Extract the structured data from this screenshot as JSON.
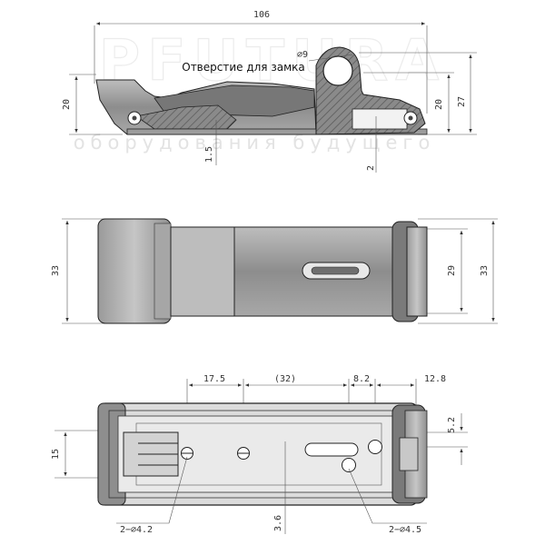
{
  "watermark": {
    "brand": "PFUTURA",
    "tagline": "оборудования будущего"
  },
  "side_view": {
    "lock_hole_label": "Отверстие для замка",
    "overall_length": "106",
    "hole_diameter": "∅9",
    "left_height": "20",
    "right_height_inner": "20",
    "right_height_outer": "27",
    "plate_thickness": "1.5",
    "gap": "2"
  },
  "top_view": {
    "left_width": "33",
    "slot_width": "29",
    "right_width": "33"
  },
  "bottom_view": {
    "dim_17_5": "17.5",
    "dim_32": "(32)",
    "dim_8_2": "8.2",
    "dim_12_8": "12.8",
    "dim_15": "15",
    "dim_5_2": "5.2",
    "dim_3_6": "3.6",
    "left_holes": "2−∅4.2",
    "right_holes": "2−∅4.5"
  }
}
